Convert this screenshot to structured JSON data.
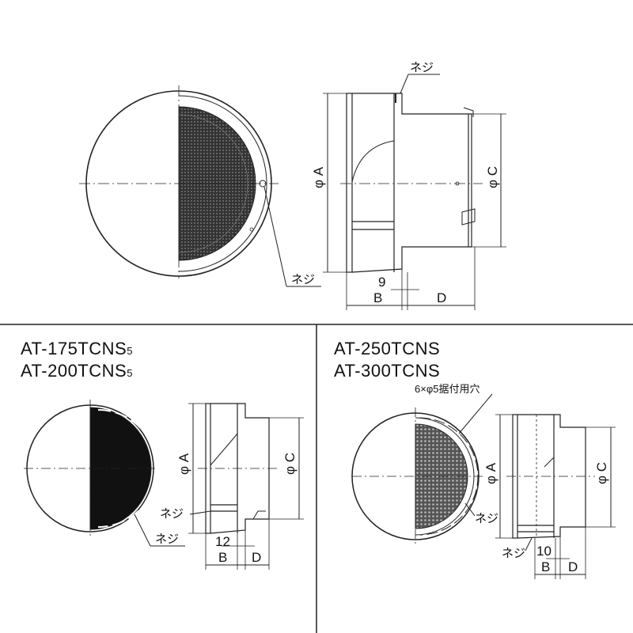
{
  "labels": {
    "screw": "ネジ",
    "dia_a": "φ A",
    "dia_c": "φ C",
    "dim_b": "B",
    "dim_d": "D",
    "gap_top": "9",
    "gap_left": "12",
    "gap_right": "10",
    "mount_holes": "6×φ5据付用穴"
  },
  "models": {
    "left_1_main": "AT-175TCNS",
    "left_1_sub": "5",
    "left_2_main": "AT-200TCNS",
    "left_2_sub": "5",
    "right_1": "AT-250TCNS",
    "right_2": "AT-300TCNS"
  }
}
